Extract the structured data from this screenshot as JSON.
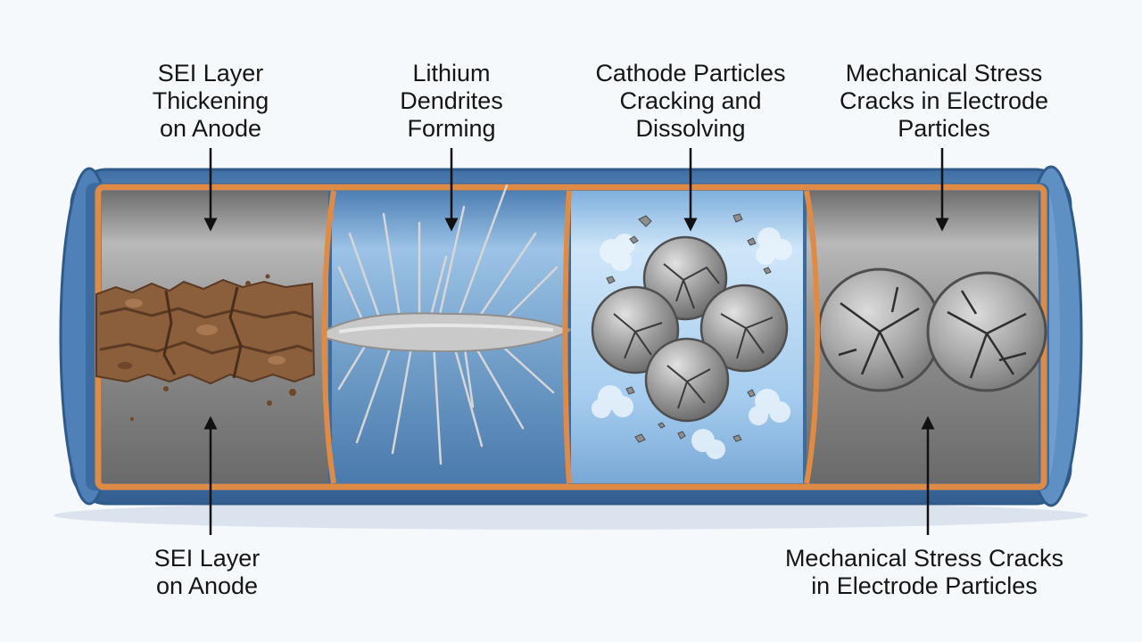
{
  "labels": {
    "top": [
      {
        "lines": [
          "SEI Layer",
          "Thickening",
          "on Anode"
        ]
      },
      {
        "lines": [
          "Lithium",
          "Dendrites",
          "Forming"
        ]
      },
      {
        "lines": [
          "Cathode Particles",
          "Cracking and",
          "Dissolving"
        ]
      },
      {
        "lines": [
          "Mechanical Stress",
          "Cracks in Electrode",
          "Particles"
        ]
      }
    ],
    "bottom": [
      {
        "lines": [
          "SEI Layer",
          "on Anode"
        ]
      },
      {
        "lines": [
          "Mechanical Stress Cracks",
          "in Electrode Particles"
        ]
      }
    ]
  },
  "colors": {
    "background": "#f6f9fc",
    "casing": "#5b8cc0",
    "copper_band": "#e08b45",
    "gray_chamber": "#8a8a8a",
    "electrolyte": "#6f9cc7",
    "light_electrolyte": "#a6cdef",
    "sei_deposit": "#8b5e3c",
    "dendrite": "#bfbfbf",
    "particle": "#9a9a9a"
  }
}
